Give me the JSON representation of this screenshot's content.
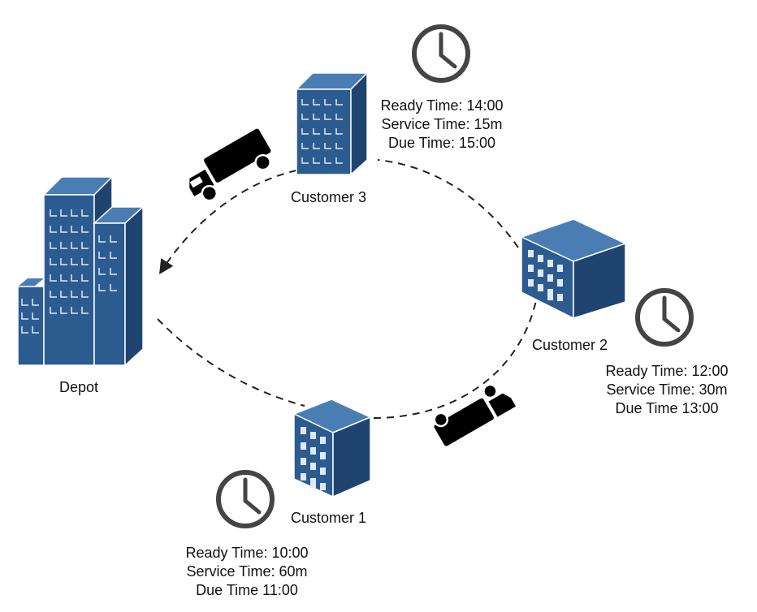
{
  "depot": {
    "label": "Depot"
  },
  "customers": [
    {
      "label": "Customer 1",
      "ready": "Ready Time: 10:00",
      "service": "Service Time: 60m",
      "due": "Due Time 11:00"
    },
    {
      "label": "Customer 2",
      "ready": "Ready Time: 12:00",
      "service": "Service Time: 30m",
      "due": "Due Time 13:00"
    },
    {
      "label": "Customer 3",
      "ready": "Ready Time: 14:00",
      "service": "Service Time: 15m",
      "due": "Due Time: 15:00"
    }
  ],
  "icons": {
    "clock": "clock-icon",
    "truck": "truck-icon",
    "building": "building-icon"
  },
  "colors": {
    "building_front": "#2c5c8f",
    "building_side": "#1f4470",
    "building_top": "#4a7db3",
    "window": "#dfe9f3",
    "clock": "#444444",
    "truck": "#000000",
    "route": "#222222"
  }
}
